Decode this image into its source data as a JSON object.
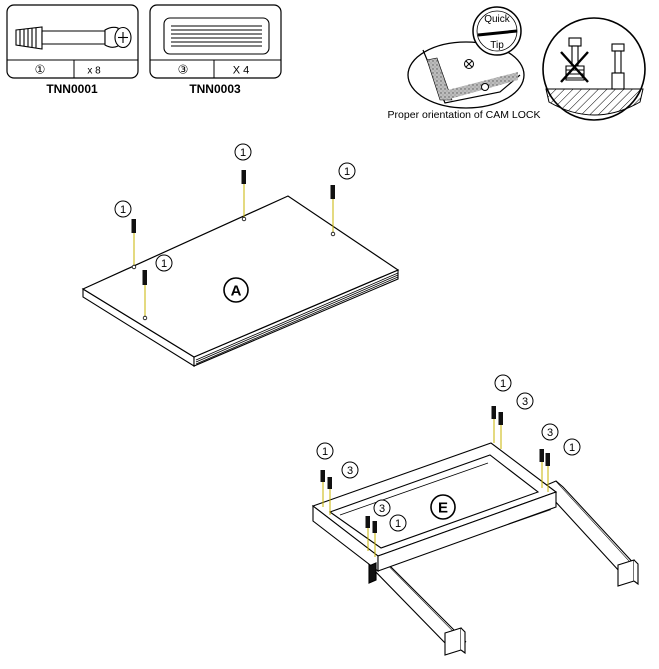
{
  "parts": [
    {
      "callout": "①",
      "qty": "x 8",
      "code": "TNN0001"
    },
    {
      "callout": "③",
      "qty": "X 4",
      "code": "TNN0003"
    }
  ],
  "quick_tip": {
    "badge_line1": "Quick",
    "badge_line2": "Tip",
    "caption": "Proper orientation of CAM LOCK"
  },
  "step1": {
    "panel_label": "A",
    "callouts": [
      "1",
      "1",
      "1",
      "1"
    ]
  },
  "step2": {
    "frame_label": "E",
    "callouts": [
      "1",
      "3",
      "3",
      "1",
      "1",
      "3",
      "3",
      "1"
    ]
  },
  "colors": {
    "ink": "#000000",
    "dowel_line": "#c8b400",
    "paper": "#ffffff"
  }
}
